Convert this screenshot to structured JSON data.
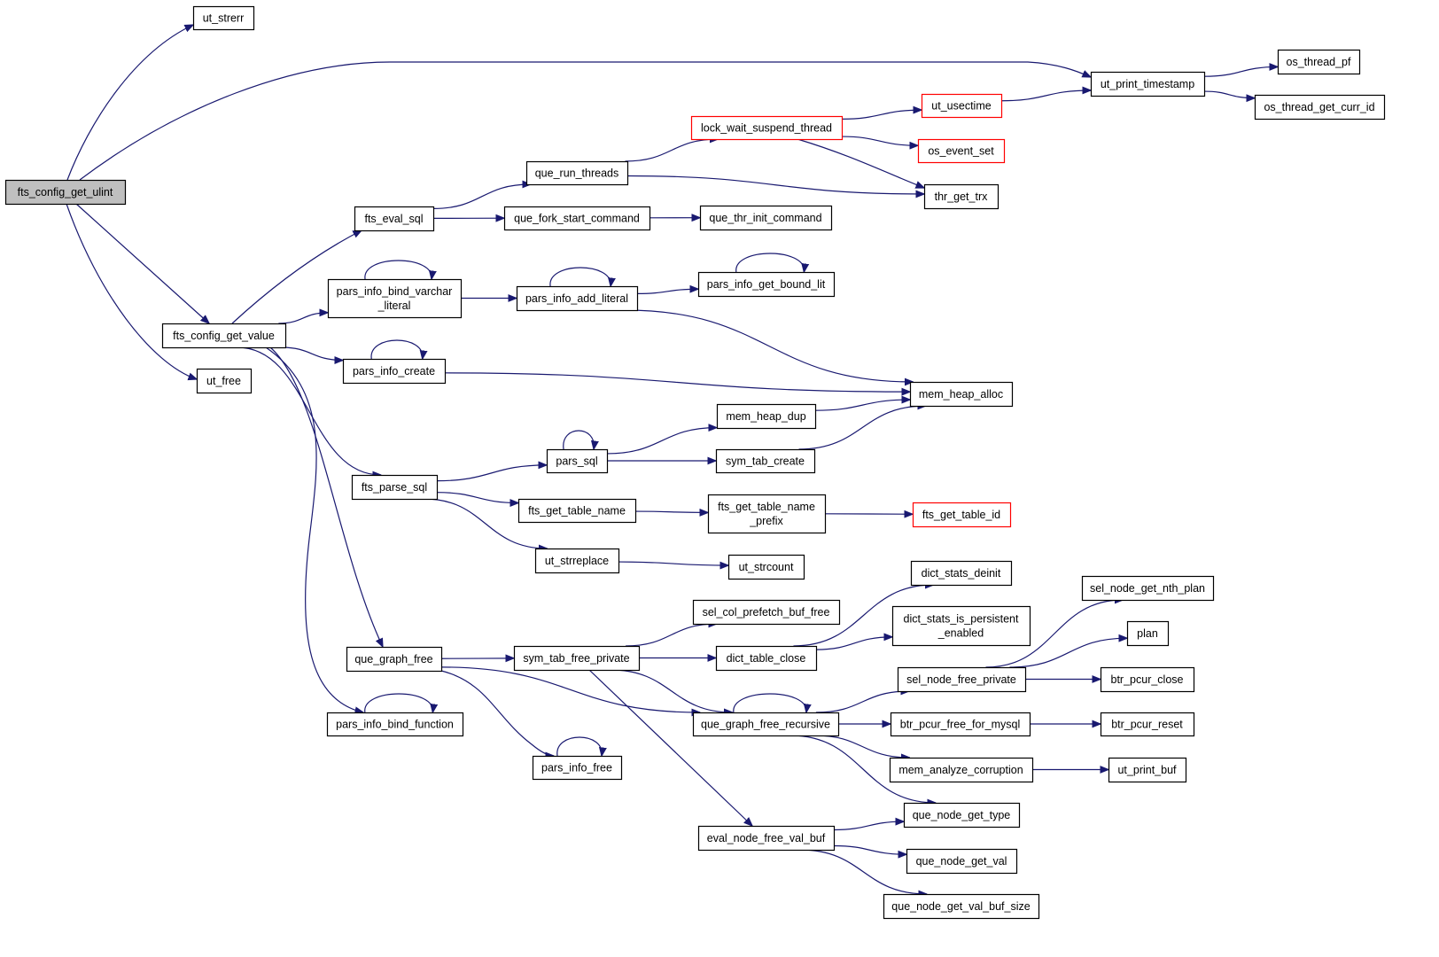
{
  "colors": {
    "edge": "#191970",
    "node_border": "#000000",
    "node_truncated_border": "#ff0000",
    "root_fill": "#bfbfbf",
    "node_fill": "#ffffff"
  },
  "nodes": [
    {
      "id": "fts_config_get_ulint",
      "lines": [
        "fts_config_get_ulint"
      ],
      "kind": "root"
    },
    {
      "id": "ut_strerr",
      "lines": [
        "ut_strerr"
      ],
      "kind": "normal"
    },
    {
      "id": "ut_print_timestamp",
      "lines": [
        "ut_print_timestamp"
      ],
      "kind": "normal"
    },
    {
      "id": "os_thread_pf",
      "lines": [
        "os_thread_pf"
      ],
      "kind": "normal"
    },
    {
      "id": "os_thread_get_curr_id",
      "lines": [
        "os_thread_get_curr_id"
      ],
      "kind": "normal"
    },
    {
      "id": "ut_usectime",
      "lines": [
        "ut_usectime"
      ],
      "kind": "truncated"
    },
    {
      "id": "lock_wait_suspend_thread",
      "lines": [
        "lock_wait_suspend_thread"
      ],
      "kind": "truncated"
    },
    {
      "id": "os_event_set",
      "lines": [
        "os_event_set"
      ],
      "kind": "truncated"
    },
    {
      "id": "que_run_threads",
      "lines": [
        "que_run_threads"
      ],
      "kind": "normal"
    },
    {
      "id": "thr_get_trx",
      "lines": [
        "thr_get_trx"
      ],
      "kind": "normal"
    },
    {
      "id": "fts_eval_sql",
      "lines": [
        "fts_eval_sql"
      ],
      "kind": "normal"
    },
    {
      "id": "que_fork_start_command",
      "lines": [
        "que_fork_start_command"
      ],
      "kind": "normal"
    },
    {
      "id": "que_thr_init_command",
      "lines": [
        "que_thr_init_command"
      ],
      "kind": "normal"
    },
    {
      "id": "pars_info_bind_varchar_literal",
      "lines": [
        "pars_info_bind_varchar",
        "_literal"
      ],
      "kind": "normal"
    },
    {
      "id": "pars_info_add_literal",
      "lines": [
        "pars_info_add_literal"
      ],
      "kind": "normal"
    },
    {
      "id": "pars_info_get_bound_lit",
      "lines": [
        "pars_info_get_bound_lit"
      ],
      "kind": "normal"
    },
    {
      "id": "fts_config_get_value",
      "lines": [
        "fts_config_get_value"
      ],
      "kind": "normal"
    },
    {
      "id": "ut_free",
      "lines": [
        "ut_free"
      ],
      "kind": "normal"
    },
    {
      "id": "pars_info_create",
      "lines": [
        "pars_info_create"
      ],
      "kind": "normal"
    },
    {
      "id": "mem_heap_alloc",
      "lines": [
        "mem_heap_alloc"
      ],
      "kind": "normal"
    },
    {
      "id": "mem_heap_dup",
      "lines": [
        "mem_heap_dup"
      ],
      "kind": "normal"
    },
    {
      "id": "pars_sql",
      "lines": [
        "pars_sql"
      ],
      "kind": "normal"
    },
    {
      "id": "sym_tab_create",
      "lines": [
        "sym_tab_create"
      ],
      "kind": "normal"
    },
    {
      "id": "fts_parse_sql",
      "lines": [
        "fts_parse_sql"
      ],
      "kind": "normal"
    },
    {
      "id": "fts_get_table_name",
      "lines": [
        "fts_get_table_name"
      ],
      "kind": "normal"
    },
    {
      "id": "fts_get_table_name_prefix",
      "lines": [
        "fts_get_table_name",
        "_prefix"
      ],
      "kind": "normal"
    },
    {
      "id": "fts_get_table_id",
      "lines": [
        "fts_get_table_id"
      ],
      "kind": "truncated"
    },
    {
      "id": "ut_strreplace",
      "lines": [
        "ut_strreplace"
      ],
      "kind": "normal"
    },
    {
      "id": "ut_strcount",
      "lines": [
        "ut_strcount"
      ],
      "kind": "normal"
    },
    {
      "id": "dict_stats_deinit",
      "lines": [
        "dict_stats_deinit"
      ],
      "kind": "normal"
    },
    {
      "id": "sel_col_prefetch_buf_free",
      "lines": [
        "sel_col_prefetch_buf_free"
      ],
      "kind": "normal"
    },
    {
      "id": "dict_stats_is_persistent_enabled",
      "lines": [
        "dict_stats_is_persistent",
        "_enabled"
      ],
      "kind": "normal"
    },
    {
      "id": "sel_node_get_nth_plan",
      "lines": [
        "sel_node_get_nth_plan"
      ],
      "kind": "normal"
    },
    {
      "id": "plan",
      "lines": [
        "plan"
      ],
      "kind": "normal"
    },
    {
      "id": "que_graph_free",
      "lines": [
        "que_graph_free"
      ],
      "kind": "normal"
    },
    {
      "id": "sym_tab_free_private",
      "lines": [
        "sym_tab_free_private"
      ],
      "kind": "normal"
    },
    {
      "id": "dict_table_close",
      "lines": [
        "dict_table_close"
      ],
      "kind": "normal"
    },
    {
      "id": "sel_node_free_private",
      "lines": [
        "sel_node_free_private"
      ],
      "kind": "normal"
    },
    {
      "id": "btr_pcur_close",
      "lines": [
        "btr_pcur_close"
      ],
      "kind": "normal"
    },
    {
      "id": "pars_info_bind_function",
      "lines": [
        "pars_info_bind_function"
      ],
      "kind": "normal"
    },
    {
      "id": "que_graph_free_recursive",
      "lines": [
        "que_graph_free_recursive"
      ],
      "kind": "normal"
    },
    {
      "id": "btr_pcur_free_for_mysql",
      "lines": [
        "btr_pcur_free_for_mysql"
      ],
      "kind": "normal"
    },
    {
      "id": "btr_pcur_reset",
      "lines": [
        "btr_pcur_reset"
      ],
      "kind": "normal"
    },
    {
      "id": "pars_info_free",
      "lines": [
        "pars_info_free"
      ],
      "kind": "normal"
    },
    {
      "id": "mem_analyze_corruption",
      "lines": [
        "mem_analyze_corruption"
      ],
      "kind": "normal"
    },
    {
      "id": "ut_print_buf",
      "lines": [
        "ut_print_buf"
      ],
      "kind": "normal"
    },
    {
      "id": "que_node_get_type",
      "lines": [
        "que_node_get_type"
      ],
      "kind": "normal"
    },
    {
      "id": "eval_node_free_val_buf",
      "lines": [
        "eval_node_free_val_buf"
      ],
      "kind": "normal"
    },
    {
      "id": "que_node_get_val",
      "lines": [
        "que_node_get_val"
      ],
      "kind": "normal"
    },
    {
      "id": "que_node_get_val_buf_size",
      "lines": [
        "que_node_get_val_buf_size"
      ],
      "kind": "normal"
    }
  ],
  "edges": [
    [
      "fts_config_get_ulint",
      "ut_strerr"
    ],
    [
      "fts_config_get_ulint",
      "ut_print_timestamp"
    ],
    [
      "fts_config_get_ulint",
      "fts_config_get_value"
    ],
    [
      "fts_config_get_ulint",
      "ut_free"
    ],
    [
      "ut_print_timestamp",
      "os_thread_pf"
    ],
    [
      "ut_print_timestamp",
      "os_thread_get_curr_id"
    ],
    [
      "ut_usectime",
      "ut_print_timestamp"
    ],
    [
      "lock_wait_suspend_thread",
      "ut_usectime"
    ],
    [
      "lock_wait_suspend_thread",
      "os_event_set"
    ],
    [
      "lock_wait_suspend_thread",
      "thr_get_trx"
    ],
    [
      "que_run_threads",
      "lock_wait_suspend_thread"
    ],
    [
      "que_run_threads",
      "thr_get_trx"
    ],
    [
      "fts_eval_sql",
      "que_run_threads"
    ],
    [
      "fts_eval_sql",
      "que_fork_start_command"
    ],
    [
      "que_fork_start_command",
      "que_thr_init_command"
    ],
    [
      "fts_config_get_value",
      "fts_eval_sql"
    ],
    [
      "fts_config_get_value",
      "pars_info_bind_varchar_literal"
    ],
    [
      "fts_config_get_value",
      "pars_info_create"
    ],
    [
      "fts_config_get_value",
      "fts_parse_sql"
    ],
    [
      "fts_config_get_value",
      "que_graph_free"
    ],
    [
      "fts_config_get_value",
      "pars_info_bind_function"
    ],
    [
      "pars_info_bind_varchar_literal",
      "pars_info_bind_varchar_literal"
    ],
    [
      "pars_info_bind_varchar_literal",
      "pars_info_add_literal"
    ],
    [
      "pars_info_add_literal",
      "pars_info_add_literal"
    ],
    [
      "pars_info_add_literal",
      "pars_info_get_bound_lit"
    ],
    [
      "pars_info_add_literal",
      "mem_heap_alloc"
    ],
    [
      "pars_info_get_bound_lit",
      "pars_info_get_bound_lit"
    ],
    [
      "pars_info_create",
      "pars_info_create"
    ],
    [
      "pars_info_create",
      "mem_heap_alloc"
    ],
    [
      "mem_heap_dup",
      "mem_heap_alloc"
    ],
    [
      "sym_tab_create",
      "mem_heap_alloc"
    ],
    [
      "pars_sql",
      "pars_sql"
    ],
    [
      "pars_sql",
      "mem_heap_dup"
    ],
    [
      "pars_sql",
      "sym_tab_create"
    ],
    [
      "fts_parse_sql",
      "pars_sql"
    ],
    [
      "fts_parse_sql",
      "fts_get_table_name"
    ],
    [
      "fts_parse_sql",
      "ut_strreplace"
    ],
    [
      "fts_get_table_name",
      "fts_get_table_name_prefix"
    ],
    [
      "fts_get_table_name_prefix",
      "fts_get_table_id"
    ],
    [
      "ut_strreplace",
      "ut_strcount"
    ],
    [
      "que_graph_free",
      "sym_tab_free_private"
    ],
    [
      "que_graph_free",
      "que_graph_free_recursive"
    ],
    [
      "que_graph_free",
      "pars_info_free"
    ],
    [
      "sym_tab_free_private",
      "sel_col_prefetch_buf_free"
    ],
    [
      "sym_tab_free_private",
      "dict_table_close"
    ],
    [
      "sym_tab_free_private",
      "que_graph_free_recursive"
    ],
    [
      "sym_tab_free_private",
      "eval_node_free_val_buf"
    ],
    [
      "dict_table_close",
      "dict_stats_deinit"
    ],
    [
      "dict_table_close",
      "dict_stats_is_persistent_enabled"
    ],
    [
      "sel_node_free_private",
      "sel_node_get_nth_plan"
    ],
    [
      "sel_node_free_private",
      "plan"
    ],
    [
      "sel_node_free_private",
      "btr_pcur_close"
    ],
    [
      "pars_info_bind_function",
      "pars_info_bind_function"
    ],
    [
      "que_graph_free_recursive",
      "que_graph_free_recursive"
    ],
    [
      "que_graph_free_recursive",
      "sel_node_free_private"
    ],
    [
      "que_graph_free_recursive",
      "btr_pcur_free_for_mysql"
    ],
    [
      "que_graph_free_recursive",
      "mem_analyze_corruption"
    ],
    [
      "que_graph_free_recursive",
      "que_node_get_type"
    ],
    [
      "btr_pcur_free_for_mysql",
      "btr_pcur_reset"
    ],
    [
      "pars_info_free",
      "pars_info_free"
    ],
    [
      "mem_analyze_corruption",
      "ut_print_buf"
    ],
    [
      "eval_node_free_val_buf",
      "que_node_get_type"
    ],
    [
      "eval_node_free_val_buf",
      "que_node_get_val"
    ],
    [
      "eval_node_free_val_buf",
      "que_node_get_val_buf_size"
    ]
  ]
}
